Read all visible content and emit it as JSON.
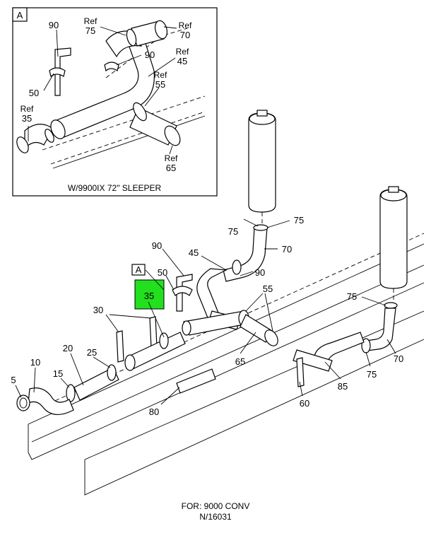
{
  "inset": {
    "view_letter": "A",
    "caption": "W/9900IX 72\" SLEEPER",
    "ref_word": "Ref",
    "labels": [
      "90",
      "50",
      "75",
      "70",
      "90",
      "45",
      "55",
      "35",
      "65"
    ]
  },
  "main": {
    "view_letter": "A",
    "highlighted_label": "35",
    "labels": [
      "75",
      "75",
      "45",
      "70",
      "90",
      "90",
      "50",
      "55",
      "30",
      "20",
      "25",
      "10",
      "15",
      "5",
      "65",
      "75",
      "70",
      "75",
      "85",
      "60",
      "80"
    ]
  },
  "footer": {
    "line1": "FOR: 9000 CONV",
    "line2": "N/16031"
  },
  "colors": {
    "highlight": "#22e01e",
    "lines": "#000000",
    "background": "#ffffff"
  }
}
